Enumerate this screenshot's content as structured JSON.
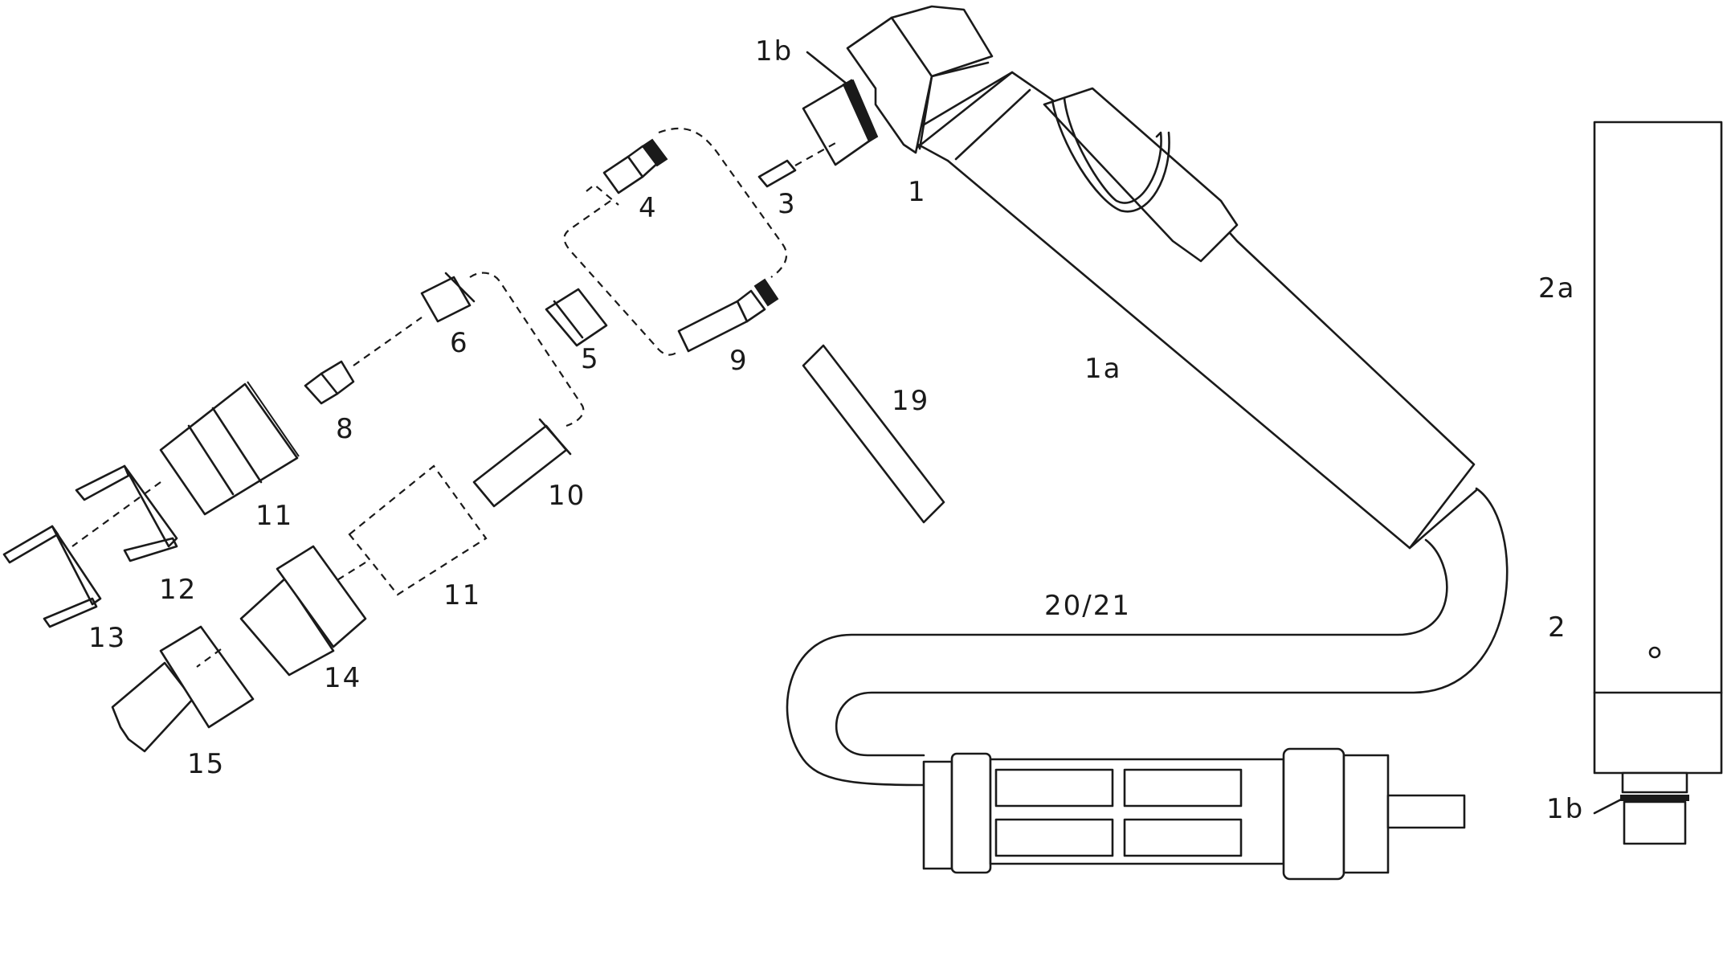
{
  "labels": {
    "l1b_top": "1b",
    "l1": "1",
    "l1a": "1a",
    "l2a": "2a",
    "l2": "2",
    "l1b_right": "1b",
    "l3": "3",
    "l4": "4",
    "l5": "5",
    "l6": "6",
    "l8": "8",
    "l9": "9",
    "l10": "10",
    "l11a": "11",
    "l11b": "11",
    "l12": "12",
    "l13": "13",
    "l14": "14",
    "l15": "15",
    "l19": "19",
    "l2021": "20/21"
  },
  "colors": {
    "line": "#1a1a1a",
    "background": "#ffffff"
  }
}
